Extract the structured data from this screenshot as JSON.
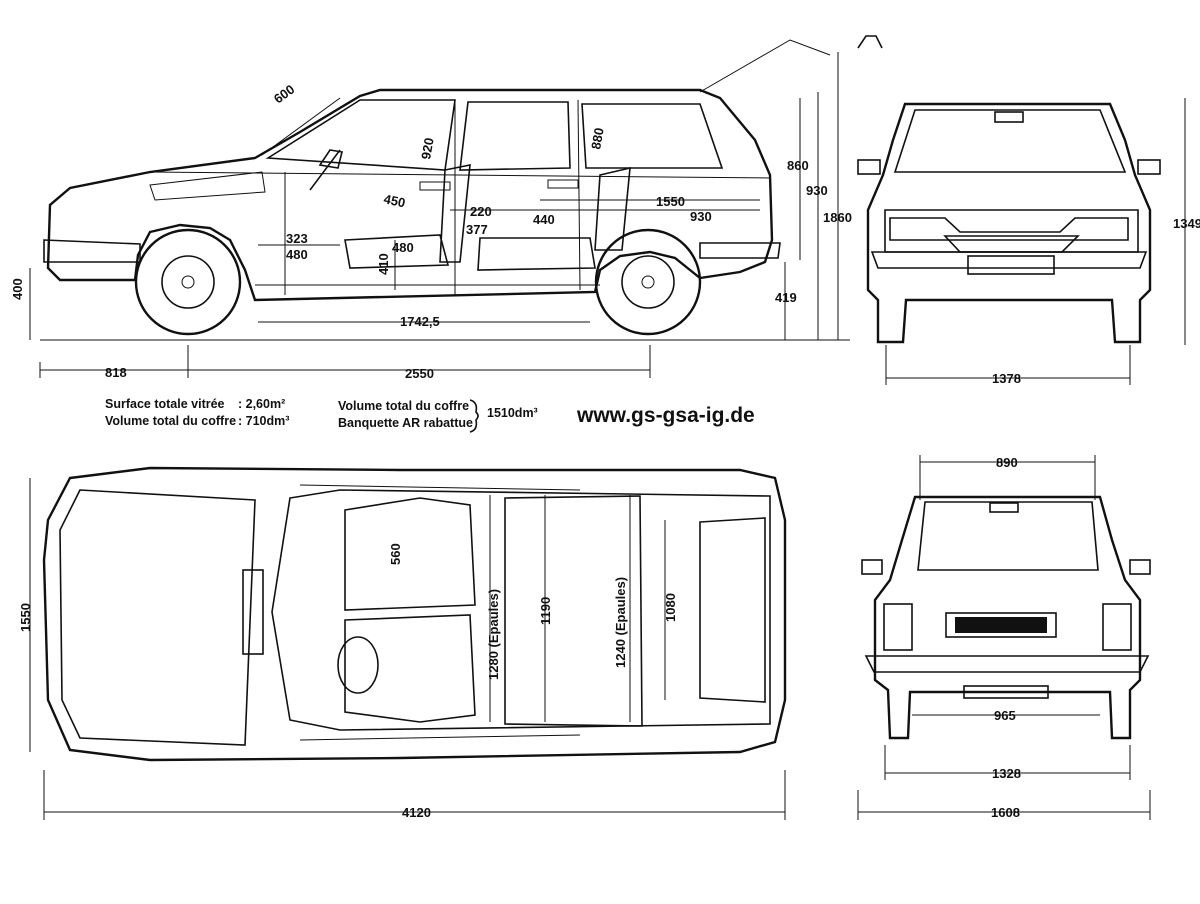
{
  "notes": {
    "glass_area_label": "Surface totale vitrée",
    "glass_area_value": ": 2,60m²",
    "trunk_volume_label": "Volume total du coffre",
    "trunk_volume_value": ": 710dm³",
    "trunk_total_label": "Volume total du coffre",
    "rear_bench_label": "Banquette AR rabattue",
    "folded_volume_value": "1510dm³"
  },
  "website": "www.gs-gsa-ig.de",
  "dimensions": {
    "side_view": {
      "windscreen": "600",
      "front_headroom": "920",
      "rear_headroom": "880",
      "roof_height_a": "860",
      "roof_height_b": "930",
      "height_with_rack": "1860",
      "front_seat_depth": "450",
      "front_seat_gap": "220",
      "front_seat_height": "377",
      "rear_knee": "440",
      "load_length_full": "1550",
      "load_length": "930",
      "cushion_a": "323",
      "cushion_b": "480",
      "cushion_c": "480",
      "seat_height": "410",
      "wheelbase_inner": "1742,5",
      "ground_clearance": "419",
      "front_overhang_height": "400",
      "front_overhang": "818",
      "wheelbase": "2550"
    },
    "front_view": {
      "height": "1349",
      "track": "1378"
    },
    "top_view": {
      "width": "1550",
      "length": "4120",
      "seat_length": "560",
      "front_shoulder": "1280 (Epaules)",
      "cabin_length": "1190",
      "rear_shoulder": "1240 (Epaules)",
      "cargo_width": "1080"
    },
    "rear_view": {
      "tailgate_width": "890",
      "load_sill_width": "965",
      "rear_track": "1328",
      "overall_width": "1608"
    }
  }
}
